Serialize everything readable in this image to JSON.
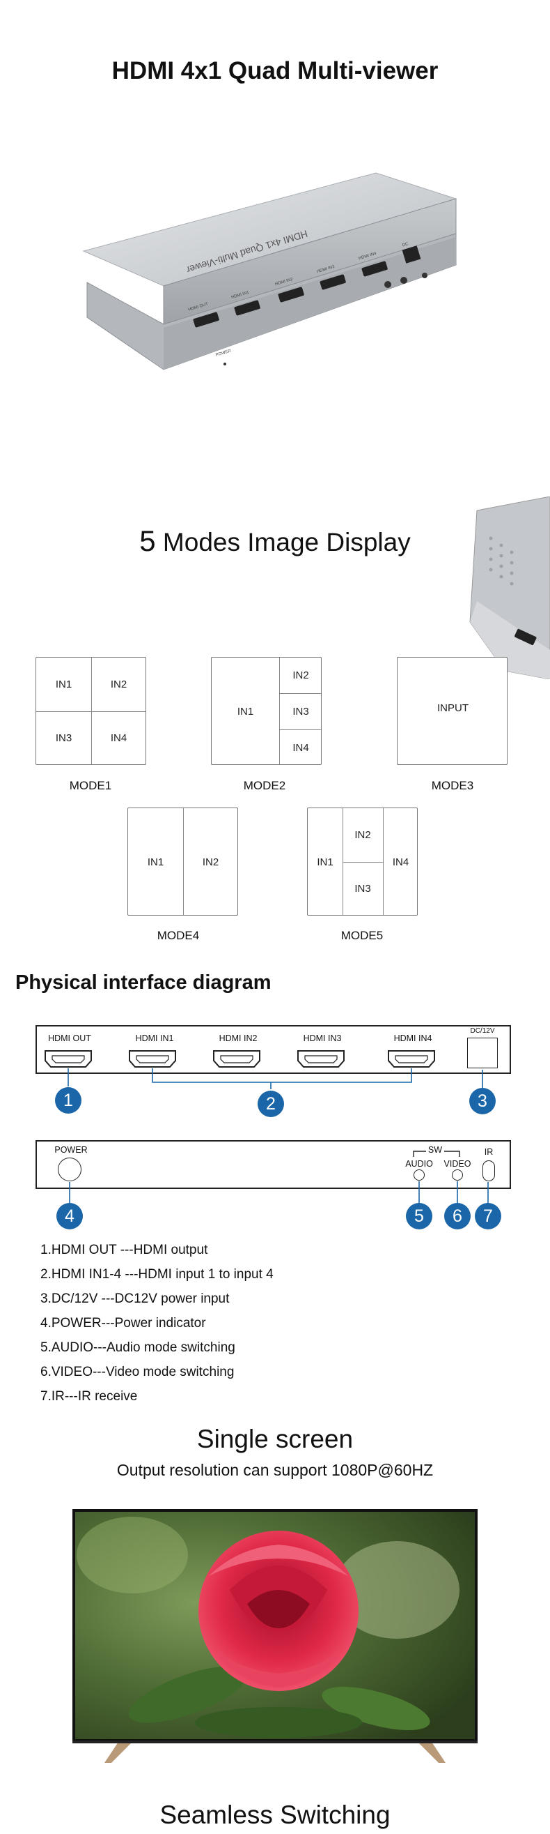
{
  "page": {
    "title": "HDMI 4x1 Quad Multi-viewer",
    "device_label": "HDMI 4x1 Quad Multi-Viewer",
    "device_ports": [
      "HDMI OUT",
      "HDMI IN1",
      "HDMI IN2",
      "HDMI IN3",
      "HDMI IN4"
    ],
    "device_power": "POWER",
    "device_dc": "DC"
  },
  "modes": {
    "title_num": "5",
    "title_text": " Modes Image Display",
    "mode1": {
      "label": "MODE1",
      "cells": [
        "IN1",
        "IN2",
        "IN3",
        "IN4"
      ]
    },
    "mode2": {
      "label": "MODE2",
      "cells": [
        "IN1",
        "IN2",
        "IN3",
        "IN4"
      ]
    },
    "mode3": {
      "label": "MODE3",
      "cells": [
        "INPUT"
      ]
    },
    "mode4": {
      "label": "MODE4",
      "cells": [
        "IN1",
        "IN2"
      ]
    },
    "mode5": {
      "label": "MODE5",
      "cells": [
        "IN1",
        "IN2",
        "IN3",
        "IN4"
      ]
    }
  },
  "physical": {
    "title": "Physical interface diagram",
    "front": {
      "ports": [
        "HDMI OUT",
        "HDMI IN1",
        "HDMI IN2",
        "HDMI IN3",
        "HDMI IN4"
      ],
      "dc": "DC/12V"
    },
    "back": {
      "power": "POWER",
      "sw": "SW",
      "audio": "AUDIO",
      "video": "VIDEO",
      "ir": "IR"
    },
    "markers": [
      "1",
      "2",
      "3",
      "4",
      "5",
      "6",
      "7"
    ],
    "legend": [
      "1.HDMI OUT ---HDMI output",
      "2.HDMI IN1-4 ---HDMI input 1 to input 4",
      "3.DC/12V ---DC12V power input",
      "4.POWER---Power indicator",
      "5.AUDIO---Audio mode switching",
      "6.VIDEO---Video mode switching",
      "7.IR---IR receive"
    ]
  },
  "single": {
    "title": "Single screen",
    "subtitle": "Output resolution can support 1080P@60HZ"
  },
  "seamless": {
    "title": "Seamless Switching"
  },
  "colors": {
    "marker_blue": "#1a66a8",
    "device_silver": "#c9ccd0"
  },
  "icons": {
    "hdmi_port": "hdmi-port-icon",
    "flower": "rose-image"
  }
}
